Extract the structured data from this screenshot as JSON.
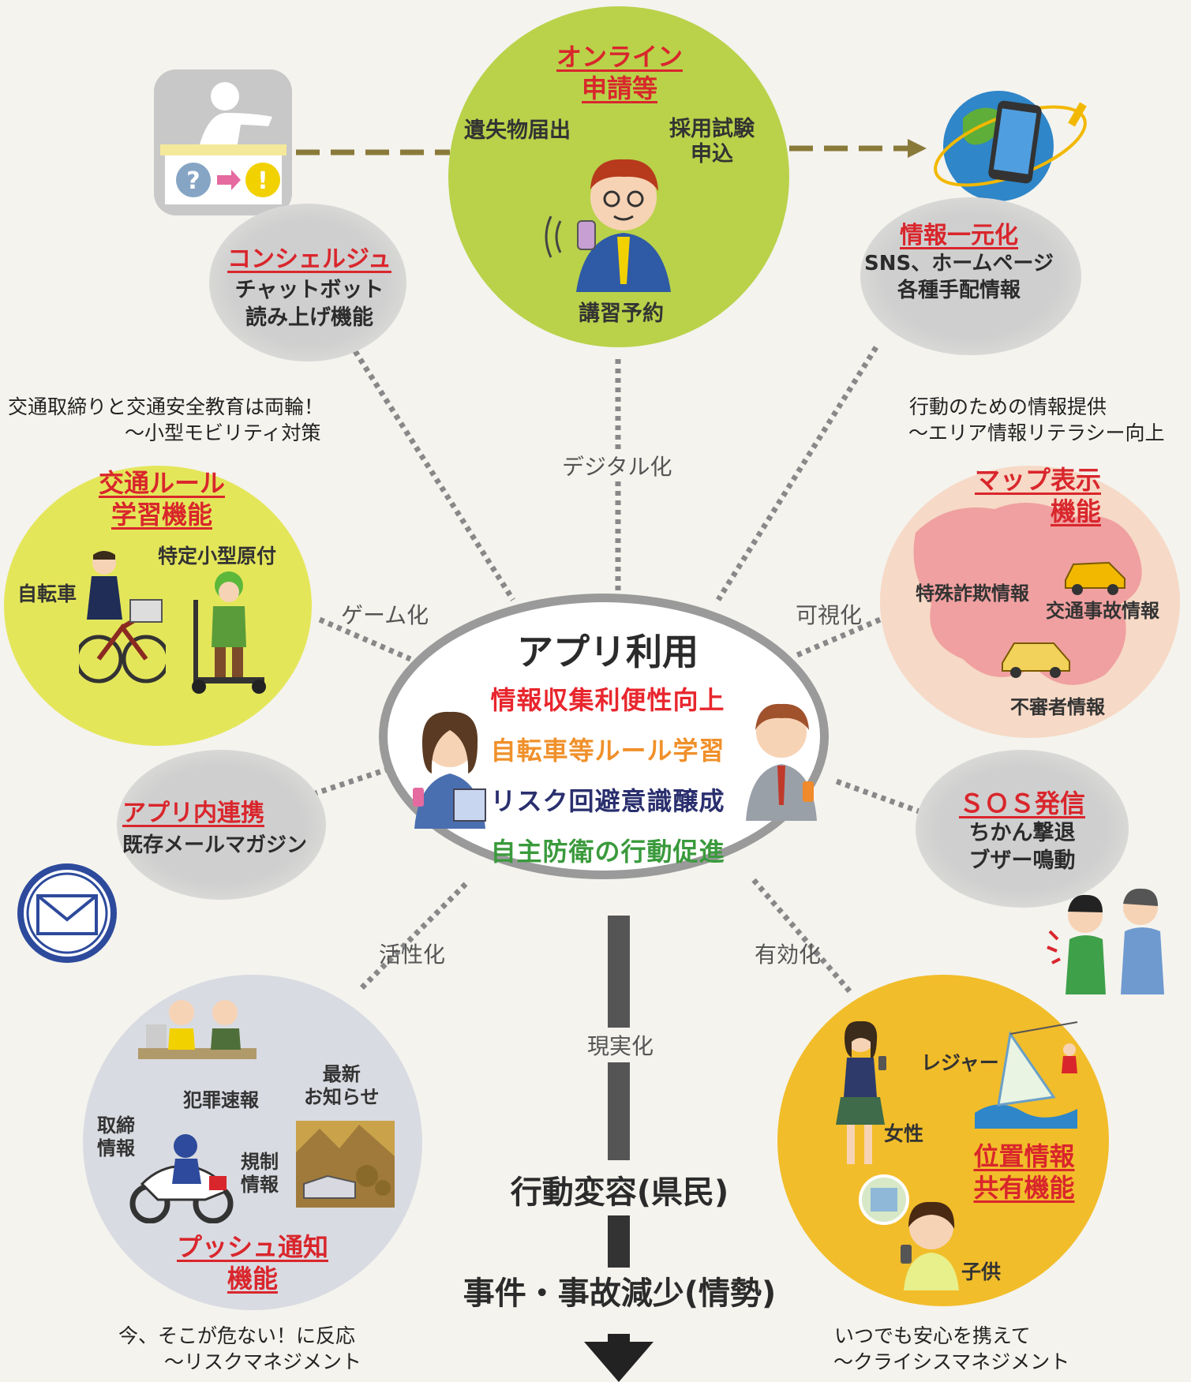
{
  "center": {
    "title": "アプリ利用",
    "lines": [
      {
        "text": "情報収集利便性向上",
        "color": "#e8262d"
      },
      {
        "text": "自転車等ルール学習",
        "color": "#f0902a"
      },
      {
        "text": "リスク回避意識醸成",
        "color": "#2a2f6e"
      },
      {
        "text": "自主防衛の行動促進",
        "color": "#3a9a3c"
      }
    ]
  },
  "online": {
    "title_line1": "オンライン",
    "title_line2": "申請等",
    "item_left": "遺失物届出",
    "item_right_1": "採用試験",
    "item_right_2": "申込",
    "item_bottom": "講習予約"
  },
  "concierge": {
    "title": "コンシェルジュ",
    "line1": "チャットボット",
    "line2": "読み上げ機能"
  },
  "info_unify": {
    "title": "情報一元化",
    "line1": "SNS、ホームページ",
    "line2": "各種手配情報"
  },
  "traffic": {
    "note_line1": "交通取締りと交通安全教育は両輪！",
    "note_line2": "～小型モビリティ対策",
    "title_line1": "交通ルール",
    "title_line2": "学習機能",
    "label_bike": "自転車",
    "label_scooter": "特定小型原付"
  },
  "map": {
    "note_line1": "行動のための情報提供",
    "note_line2": "～エリア情報リテラシー向上",
    "title_line1": "マップ表示",
    "title_line2": "機能",
    "label_fraud": "特殊詐欺情報",
    "label_accident": "交通事故情報",
    "label_suspicious": "不審者情報"
  },
  "app_link": {
    "title": "アプリ内連携",
    "line1": "既存メールマガジン"
  },
  "sos": {
    "title": "ＳＯＳ発信",
    "line1": "ちかん撃退",
    "line2": "ブザー鳴動"
  },
  "push": {
    "title_line1": "プッシュ通知",
    "title_line2": "機能",
    "label_crime": "犯罪速報",
    "label_latest_1": "最新",
    "label_latest_2": "お知らせ",
    "label_enforce_1": "取締",
    "label_enforce_2": "情報",
    "label_regulation_1": "規制",
    "label_regulation_2": "情報",
    "note_line1": "今、そこが危ない！に反応",
    "note_line2": "～リスクマネジメント"
  },
  "location": {
    "title_line1": "位置情報",
    "title_line2": "共有機能",
    "label_leisure": "レジャー",
    "label_woman": "女性",
    "label_child": "子供",
    "note_line1": "いつでも安心を携えて",
    "note_line2": "～クライシスマネジメント"
  },
  "verbs": {
    "digital": "デジタル化",
    "game": "ゲーム化",
    "visual": "可視化",
    "activate": "活性化",
    "effective": "有効化",
    "realize": "現実化"
  },
  "outcomes": {
    "behavior": "行動変容(県民)",
    "reduction": "事件・事故減少(情勢)"
  },
  "colors": {
    "online_circle": "#b9d24a",
    "traffic_circle": "#e4e65a",
    "map_circle": "#f6d9c6",
    "push_circle": "#d9dbe2",
    "location_circle": "#f2bd2a",
    "gray_bubble": "#d3d3d3",
    "red_title": "#d9262c",
    "arrow": "#222222"
  },
  "icons": [
    "help-desk-icon",
    "globe-phone-icon",
    "mail-icon",
    "man-phone-icon",
    "woman-phone-icon",
    "man-suit-icon"
  ]
}
